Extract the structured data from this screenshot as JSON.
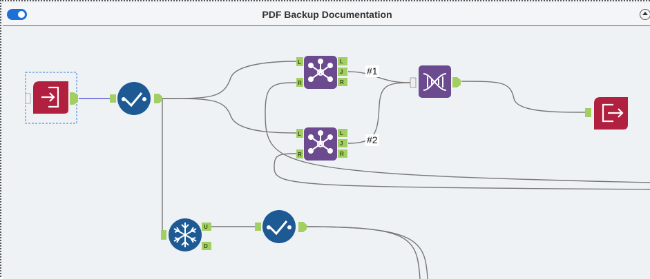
{
  "window": {
    "title": "PDF Backup Documentation",
    "toggle_state": "on",
    "collapse_control": "collapse"
  },
  "colors": {
    "input_tool": "#b2203f",
    "select_tool": "#1d5a93",
    "join_tool": "#6b4a8f",
    "anchor": "#a3cf62",
    "connection": "#777777",
    "selected_connection": "#5a5ad6",
    "canvas": "#eef2f5"
  },
  "tools": [
    {
      "name": "input-data-tool",
      "icon": "input-arrow-icon",
      "selected": true
    },
    {
      "name": "select-tool-1",
      "icon": "checkmark-icon"
    },
    {
      "name": "join-tool-1",
      "icon": "join-nodes-icon",
      "output_anchors": [
        "L",
        "J",
        "R"
      ],
      "input_anchors": [
        "L",
        "R"
      ]
    },
    {
      "name": "join-tool-2",
      "icon": "join-nodes-icon",
      "output_anchors": [
        "L",
        "J",
        "R"
      ],
      "input_anchors": [
        "L",
        "R"
      ]
    },
    {
      "name": "union-tool",
      "icon": "dna-icon"
    },
    {
      "name": "output-data-tool",
      "icon": "output-arrow-icon"
    },
    {
      "name": "unique-tool",
      "icon": "snowflake-icon",
      "output_anchors": [
        "U",
        "D"
      ]
    },
    {
      "name": "select-tool-2",
      "icon": "checkmark-icon"
    }
  ],
  "anchor_labels": {
    "join1": {
      "L_in": "L",
      "R_in": "R",
      "L_out": "L",
      "J_out": "J",
      "R_out": "R"
    },
    "join2": {
      "L_in": "L",
      "R_in": "R",
      "L_out": "L",
      "J_out": "J",
      "R_out": "R"
    },
    "unique": {
      "U": "U",
      "D": "D"
    }
  },
  "connection_labels": [
    "#1",
    "#2"
  ]
}
